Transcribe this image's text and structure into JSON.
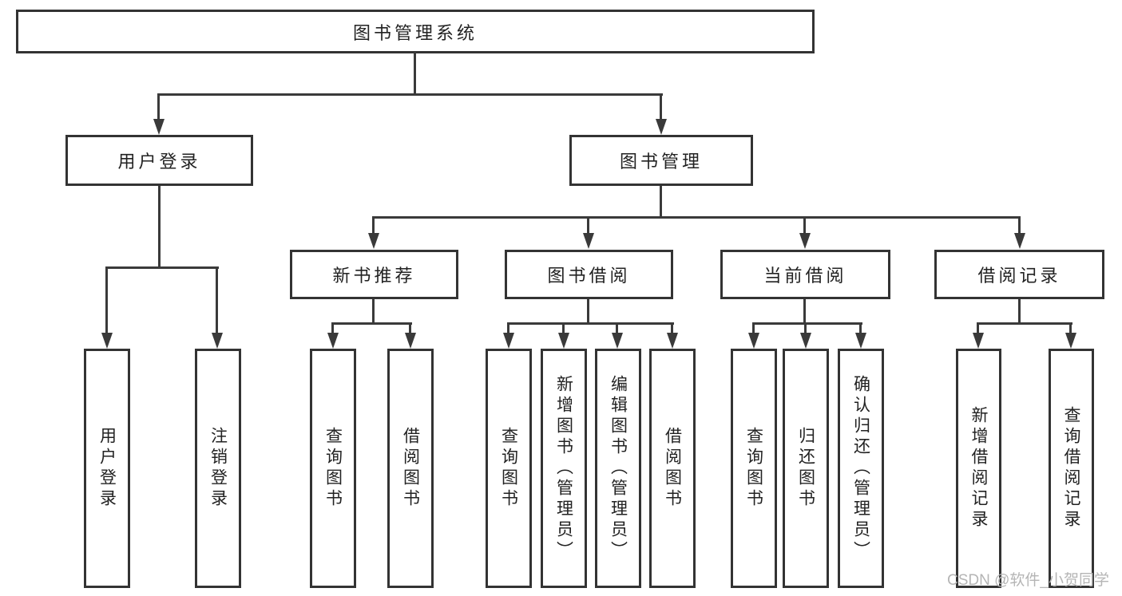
{
  "tree": {
    "root": {
      "label": "图书管理系统"
    },
    "branches": [
      {
        "label": "用户登录",
        "children": [
          "用户登录",
          "注销登录"
        ]
      },
      {
        "label": "图书管理",
        "groups": [
          {
            "label": "新书推荐",
            "children": [
              "查询图书",
              "借阅图书"
            ]
          },
          {
            "label": "图书借阅",
            "children": [
              "查询图书",
              "新增图书（管理员）",
              "编辑图书（管理员）",
              "借阅图书"
            ]
          },
          {
            "label": "当前借阅",
            "children": [
              "查询图书",
              "归还图书",
              "确认归还（管理员）"
            ]
          },
          {
            "label": "借阅记录",
            "children": [
              "新增借阅记录",
              "查询借阅记录"
            ]
          }
        ]
      }
    ]
  },
  "watermark": "CSDN @软件_小贺同学",
  "colors": {
    "background": "#ffffff",
    "box_border": "#333333",
    "connector_line": "#3a3a3a",
    "text": "#222222",
    "watermark_text": "#b5b5b5"
  }
}
